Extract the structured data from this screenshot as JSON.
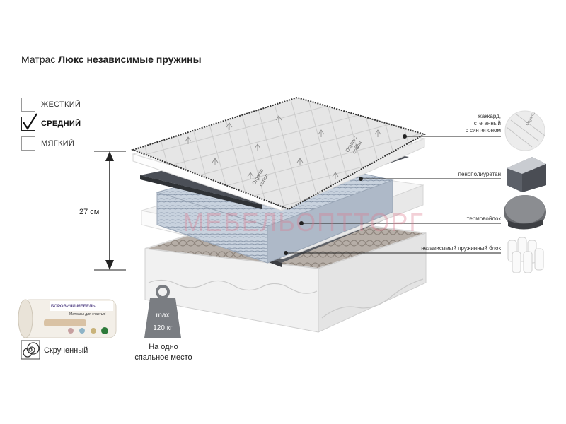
{
  "title": {
    "prefix": "Матрас",
    "name": "Люкс независимые пружины"
  },
  "firmness": {
    "options": [
      {
        "label": "ЖЕСТКИЙ",
        "checked": false
      },
      {
        "label": "СРЕДНИЙ",
        "checked": true
      },
      {
        "label": "МЯГКИЙ",
        "checked": false
      }
    ]
  },
  "height": {
    "label": "27 см"
  },
  "layers": [
    {
      "label_lines": [
        "жаккард,",
        "стеганный",
        "с синтепоном"
      ],
      "sample_icon": "quilted-fabric-sample-icon"
    },
    {
      "label_lines": [
        "пенополиуретан"
      ],
      "sample_icon": "foam-block-sample-icon"
    },
    {
      "label_lines": [
        "термовойлок"
      ],
      "sample_icon": "felt-layer-sample-icon"
    },
    {
      "label_lines": [
        "независимый пружинный блок"
      ],
      "sample_icon": "pocket-springs-sample-icon"
    }
  ],
  "cover_text": {
    "top_line": "Organic",
    "bottom_line": "cotton"
  },
  "weight": {
    "top": "max",
    "bottom": "120 кг",
    "caption_line1": "На одно",
    "caption_line2": "спальное место"
  },
  "packaging": {
    "label": "Скрученный",
    "brand": "БОРОВИЧИ-МЕБЕЛЬ",
    "tagline": "Матрасы для счастья!"
  },
  "watermark": "МЕБЕЛЬОПТТОРГ",
  "colors": {
    "cover": "#e9e9e9",
    "foam": "#4b4f57",
    "felt": "#57595e",
    "springs": "#b8c4d4",
    "base": "#ededed",
    "line": "#222222"
  }
}
